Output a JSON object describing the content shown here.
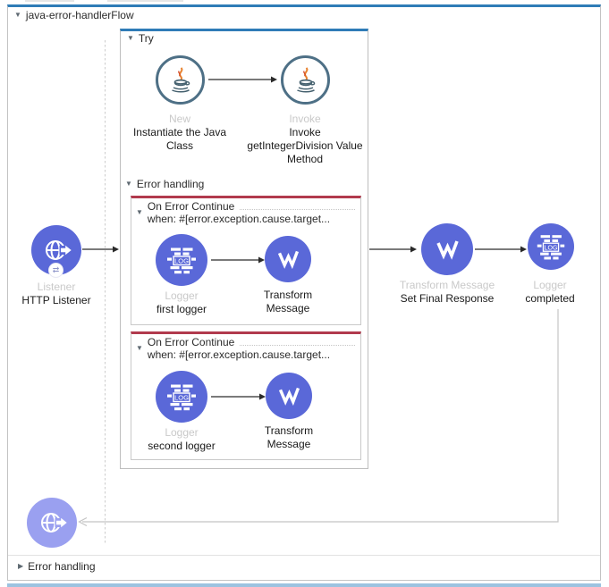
{
  "flow": {
    "title": "java-error-handlerFlow",
    "try_scope": {
      "title": "Try"
    },
    "error_handling_scope": {
      "title": "Error handling"
    },
    "on_error_1": {
      "title": "On Error Continue",
      "when_expression": "when: #[error.exception.cause.target..."
    },
    "on_error_2": {
      "title": "On Error Continue",
      "when_expression": "when: #[error.exception.cause.target..."
    },
    "footer_error_handling": {
      "title": "Error handling"
    }
  },
  "nodes": {
    "http_listener": {
      "type": "Listener",
      "name": "HTTP Listener"
    },
    "java_new": {
      "type": "New",
      "name": "Instantiate the Java Class"
    },
    "java_invoke": {
      "type": "Invoke",
      "name": "Invoke getIntegerDivision Value Method"
    },
    "first_logger": {
      "type": "Logger",
      "name": "first logger"
    },
    "transform_1": {
      "name": "Transform Message"
    },
    "second_logger": {
      "type": "Logger",
      "name": "second logger"
    },
    "transform_2": {
      "name": "Transform Message"
    },
    "set_final_response": {
      "type": "Transform Message",
      "name": "Set Final Response"
    },
    "completed_logger": {
      "type": "Logger",
      "name": "completed"
    }
  },
  "icons": {
    "logger_text": "LOG",
    "sync_badge": "⇄",
    "expanded_triangle": "▼",
    "collapsed_triangle": "▶"
  },
  "colors": {
    "flow_accent_blue": "#2F7CB7",
    "error_accent_red": "#B13A4D",
    "node_purple": "#5A68D8",
    "node_purple_faded": "#9AA0F0",
    "java_ring_teal": "#4E7086",
    "java_flame_orange": "#E8822F",
    "type_label_gray": "#C9C9C9"
  }
}
